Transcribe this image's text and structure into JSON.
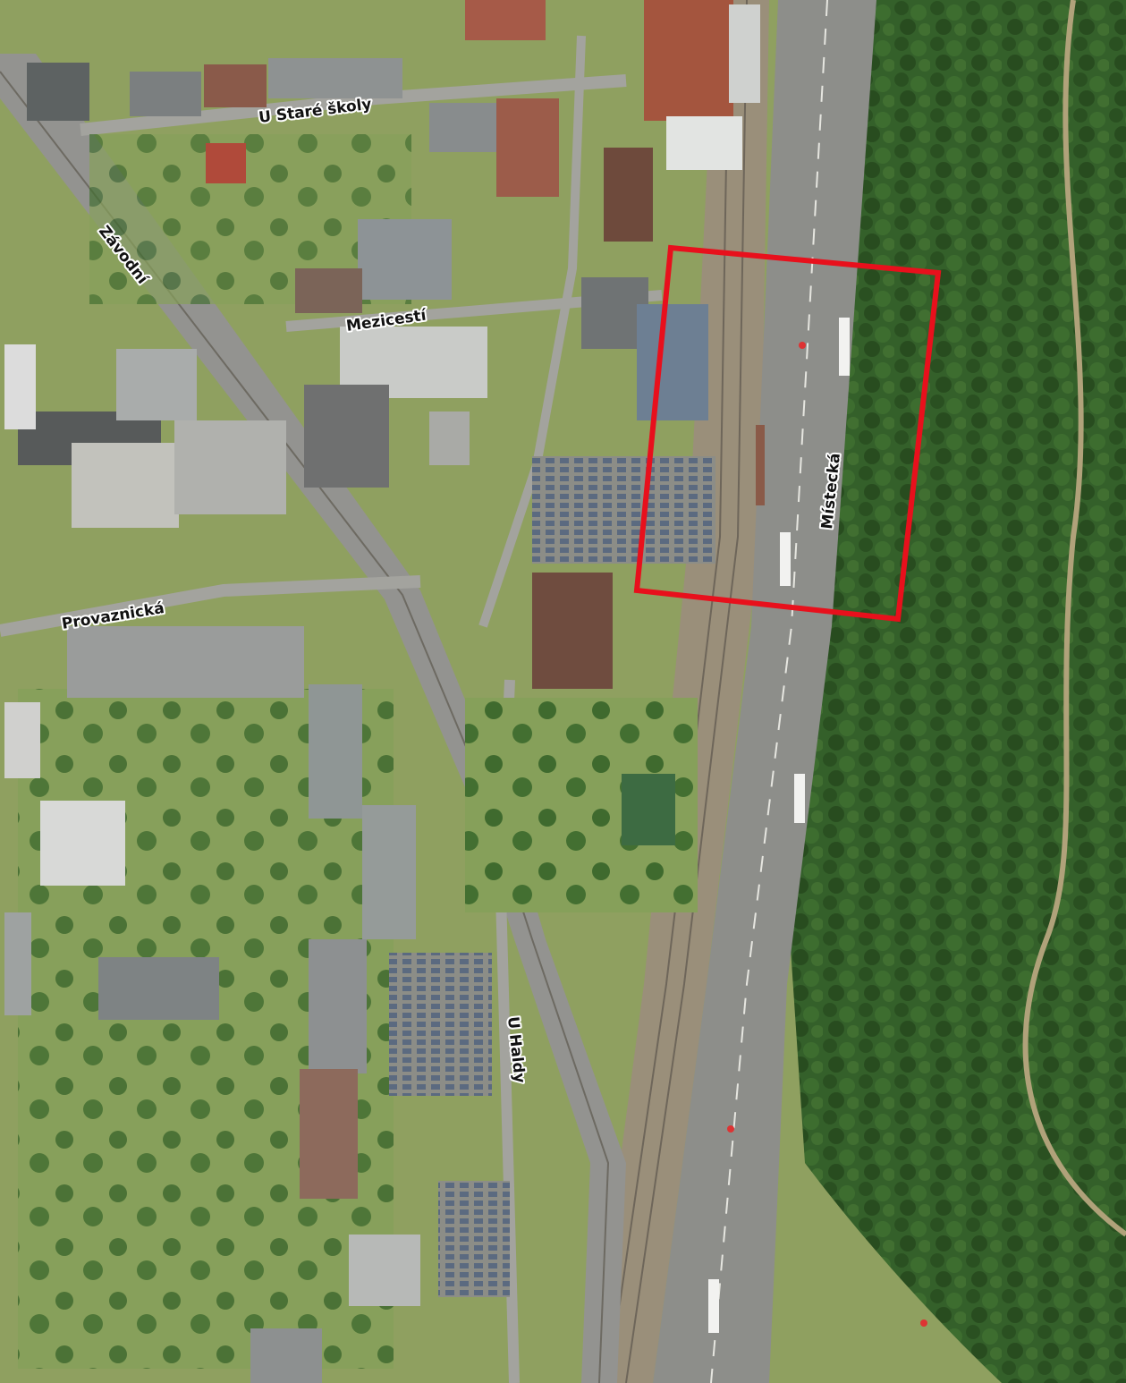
{
  "map": {
    "style": "aerial-orthophoto",
    "colors": {
      "highlight": "#e8101c",
      "forest": "#2f5b20",
      "grass": "#7f9a4e",
      "road": "#8b8d88",
      "roof": "#9b9d9c"
    },
    "street_labels": {
      "u_stare_skoly": "U Staré školy",
      "zavodni": "Závodní",
      "mezicesti": "Mezicestí",
      "provaznicka": "Provaznická",
      "mistecka": "Místecká",
      "u_haldy": "U Haldy"
    },
    "highlight_area": {
      "shape": "rectangle",
      "stroke": "red"
    }
  }
}
